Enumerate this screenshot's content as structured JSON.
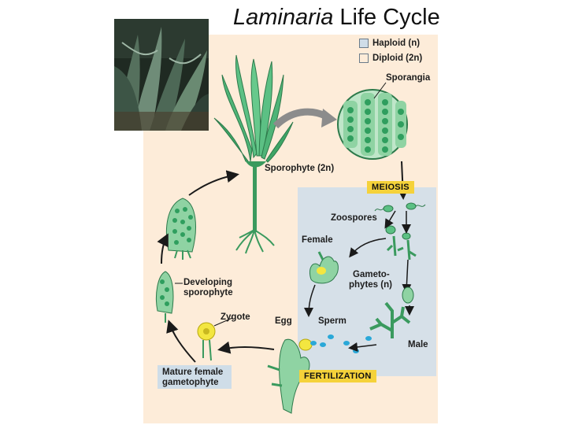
{
  "title": {
    "italic": "Laminaria",
    "rest": " Life Cycle"
  },
  "legend": {
    "haploid": {
      "label": "Haploid (n)",
      "color": "#cfdde8"
    },
    "diploid": {
      "label": "Diploid (2n)",
      "color": "#fdecd9"
    }
  },
  "labels": {
    "sporangia": "Sporangia",
    "sporophyte": "Sporophyte (2n)",
    "meiosis": "MEIOSIS",
    "zoospores": "Zoospores",
    "female": "Female",
    "gametophytes_line1": "Gameto-",
    "gametophytes_line2": "phytes (n)",
    "developing_line1": "Developing",
    "developing_line2": "sporophyte",
    "zygote": "Zygote",
    "egg": "Egg",
    "sperm": "Sperm",
    "male": "Male",
    "mature_line1": "Mature female",
    "mature_line2": "gametophyte",
    "fertilization": "FERTILIZATION"
  },
  "colors": {
    "kelp": "#3fa86b",
    "kelp_light": "#8fd3a3",
    "cell": "#2f9e5e",
    "arrow": "#1a1a1a",
    "big_arrow": "#8c8c8c",
    "egg": "#f3e640",
    "sperm": "#2aa8d8"
  }
}
